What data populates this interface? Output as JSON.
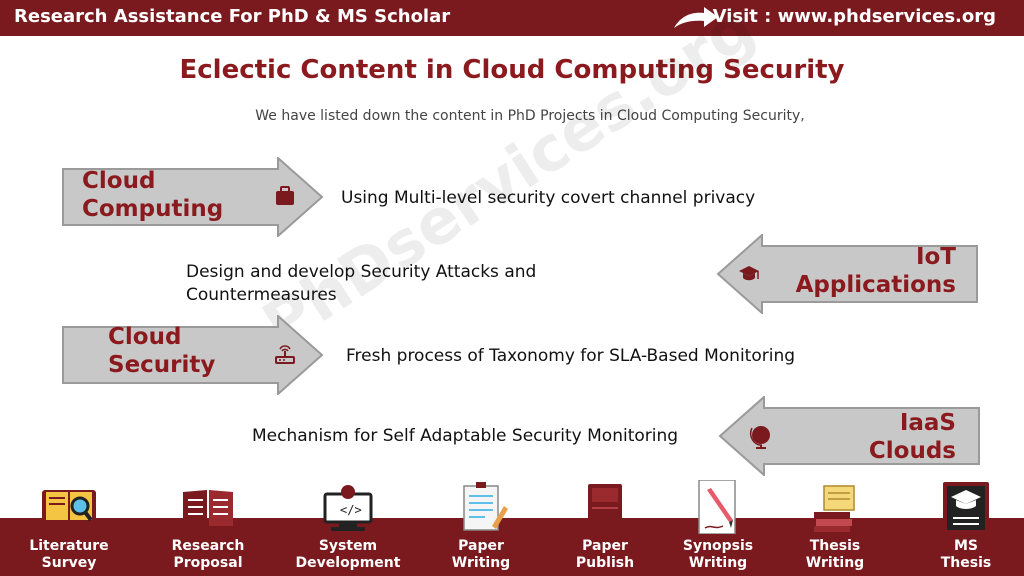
{
  "header": {
    "brand": "Research Assistance For PhD & MS Scholar",
    "visit": "Visit : www.phdservices.org"
  },
  "main": {
    "title": "Eclectic Content in Cloud Computing Security",
    "subtitle": "We have listed down the content in PhD Projects in Cloud Computing Security,",
    "watermark": "PhDservices.org"
  },
  "items": [
    {
      "label_line1": "Cloud",
      "label_line2": "Computing",
      "icon": "briefcase-icon",
      "description_line1": "Using Multi-level security covert channel privacy",
      "description_line2": ""
    },
    {
      "label_line1": "IoT",
      "label_line2": "Applications",
      "icon": "graduation-cap-icon",
      "description_line1": "Design and develop Security Attacks and",
      "description_line2": "Countermeasures"
    },
    {
      "label_line1": "Cloud",
      "label_line2": "Security",
      "icon": "router-icon",
      "description_line1": "Fresh process of Taxonomy for SLA-Based Monitoring",
      "description_line2": ""
    },
    {
      "label_line1": "IaaS",
      "label_line2": "Clouds",
      "icon": "globe-icon",
      "description_line1": "Mechanism for Self Adaptable Security Monitoring",
      "description_line2": ""
    }
  ],
  "services": [
    {
      "line1": "Literature",
      "line2": "Survey",
      "icon": "literature-survey-icon"
    },
    {
      "line1": "Research",
      "line2": "Proposal",
      "icon": "research-proposal-icon"
    },
    {
      "line1": "System",
      "line2": "Development",
      "icon": "system-development-icon"
    },
    {
      "line1": "Paper",
      "line2": "Writing",
      "icon": "paper-writing-icon"
    },
    {
      "line1": "Paper",
      "line2": "Publish",
      "icon": "paper-publish-icon"
    },
    {
      "line1": "Synopsis",
      "line2": "Writing",
      "icon": "synopsis-writing-icon"
    },
    {
      "line1": "Thesis",
      "line2": "Writing",
      "icon": "thesis-writing-icon"
    },
    {
      "line1": "MS",
      "line2": "Thesis",
      "icon": "ms-thesis-icon"
    }
  ],
  "colors": {
    "brand": "#7a1a1f",
    "accent": "#8b1a1f",
    "arrow_fill": "#c8c8c8",
    "arrow_stroke": "#9a9a9a"
  }
}
